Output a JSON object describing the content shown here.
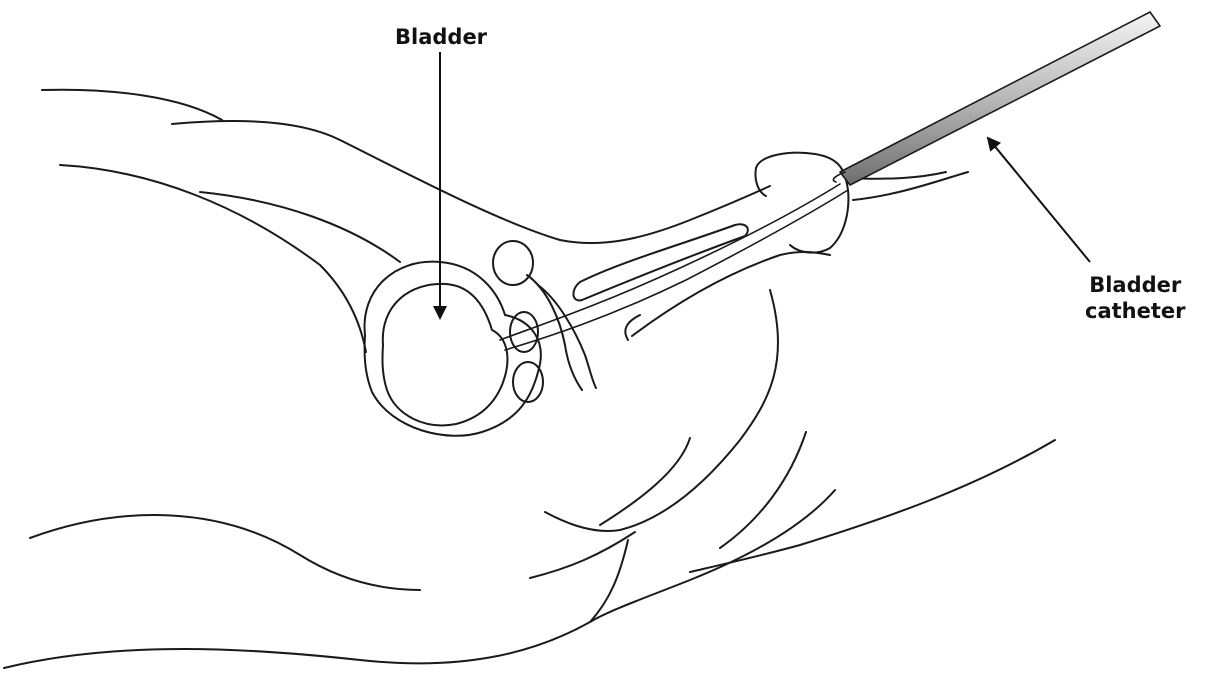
{
  "labels": {
    "bladder": "Bladder",
    "catheter_line1": "Bladder",
    "catheter_line2": "catheter"
  },
  "colors": {
    "bladder_fill_center": "#fde8dc",
    "bladder_fill_edge": "#e8783f",
    "outline": "#1a1a1a",
    "catheter_shade": "#9a9a9a"
  }
}
